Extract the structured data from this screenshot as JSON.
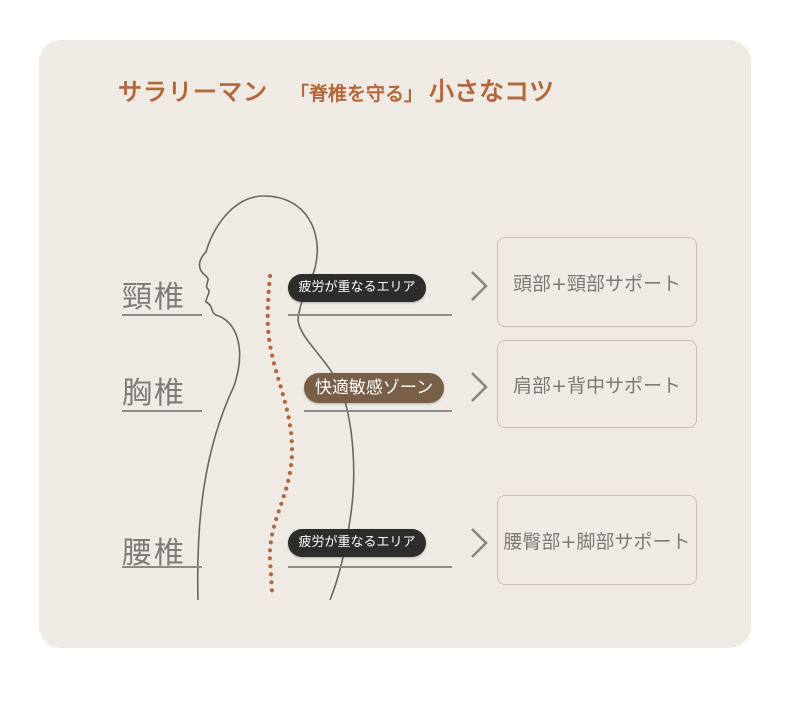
{
  "title": {
    "part1": "サラリーマン",
    "part2": "「脊椎を守る」",
    "part3": "小さなコツ"
  },
  "colors": {
    "accent": "#b4683a",
    "card": "#efebe4",
    "spine_dots": "#b4683a",
    "pill_dark": "#2e2d2b",
    "pill_brown": "#7a5f48"
  },
  "rows": [
    {
      "label": "頸椎",
      "tag": "疲労が重なるエリア",
      "support": "頭部+頸部サポート"
    },
    {
      "label": "胸椎",
      "tag": "快適敏感ゾーン",
      "support": "肩部+背中サポート"
    },
    {
      "label": "腰椎",
      "tag": "疲労が重なるエリア",
      "support": "腰臀部+脚部サポート"
    }
  ],
  "icons": [
    "chevron-right-icon",
    "body-silhouette",
    "spine-dots"
  ]
}
